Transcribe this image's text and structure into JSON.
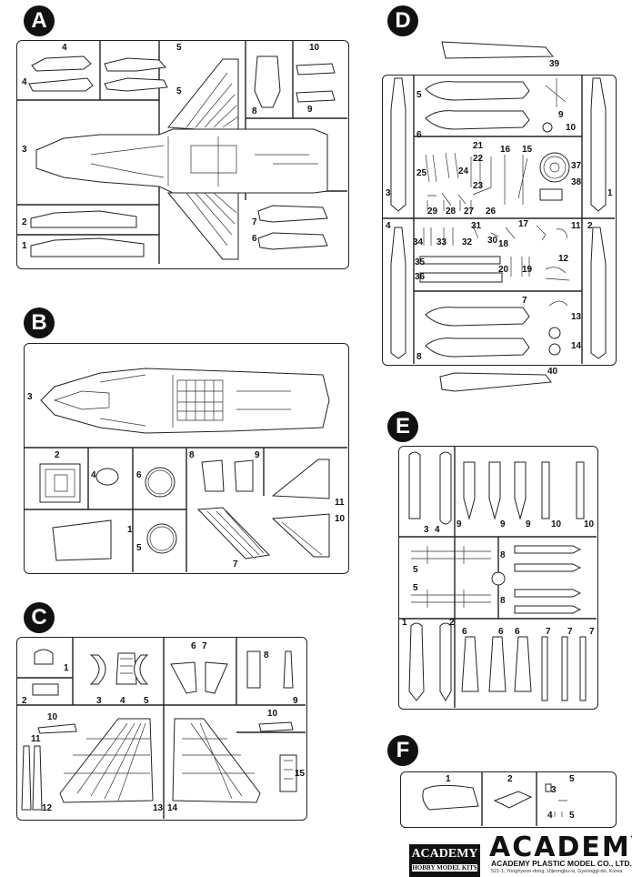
{
  "sections": {
    "A": {
      "label": "A",
      "parts": [
        "4",
        "5",
        "4",
        "5",
        "3",
        "2",
        "1",
        "10",
        "8",
        "9",
        "7",
        "6"
      ]
    },
    "B": {
      "label": "B",
      "parts": [
        "3",
        "2",
        "4",
        "6",
        "8",
        "9",
        "1",
        "5",
        "11",
        "10",
        "7"
      ]
    },
    "C": {
      "label": "C",
      "parts": [
        "1",
        "2",
        "3",
        "4",
        "5",
        "6",
        "7",
        "8",
        "9",
        "10",
        "11",
        "12",
        "13",
        "14",
        "15"
      ]
    },
    "D": {
      "label": "D",
      "parts": [
        "39",
        "5",
        "6",
        "9",
        "10",
        "21",
        "25",
        "24",
        "22",
        "23",
        "16",
        "15",
        "37",
        "38",
        "3",
        "29",
        "28",
        "27",
        "26",
        "1",
        "4",
        "2",
        "31",
        "34",
        "33",
        "32",
        "30",
        "18",
        "17",
        "11",
        "35",
        "36",
        "20",
        "19",
        "12",
        "7",
        "13",
        "8",
        "14",
        "40"
      ]
    },
    "E": {
      "label": "E",
      "parts": [
        "3",
        "4",
        "9",
        "9",
        "9",
        "10",
        "10",
        "8",
        "5",
        "5",
        "8",
        "1",
        "2",
        "6",
        "6",
        "6",
        "7",
        "7",
        "7"
      ]
    },
    "F": {
      "label": "F",
      "parts": [
        "1",
        "2",
        "3",
        "5",
        "4",
        "5"
      ]
    }
  },
  "footer": {
    "badge_top": "ACADEMY",
    "badge_bottom": "HOBBY MODEL KITS",
    "brand": "ACADEMY",
    "company": "ACADEMY PLASTIC MODEL CO., LTD.",
    "address": "521-1, Yonghyeon-dong, Uijeongbu-si, Gyeonggi-do, Korea"
  },
  "colors": {
    "ink": "#111111",
    "paper": "#ffffff"
  }
}
